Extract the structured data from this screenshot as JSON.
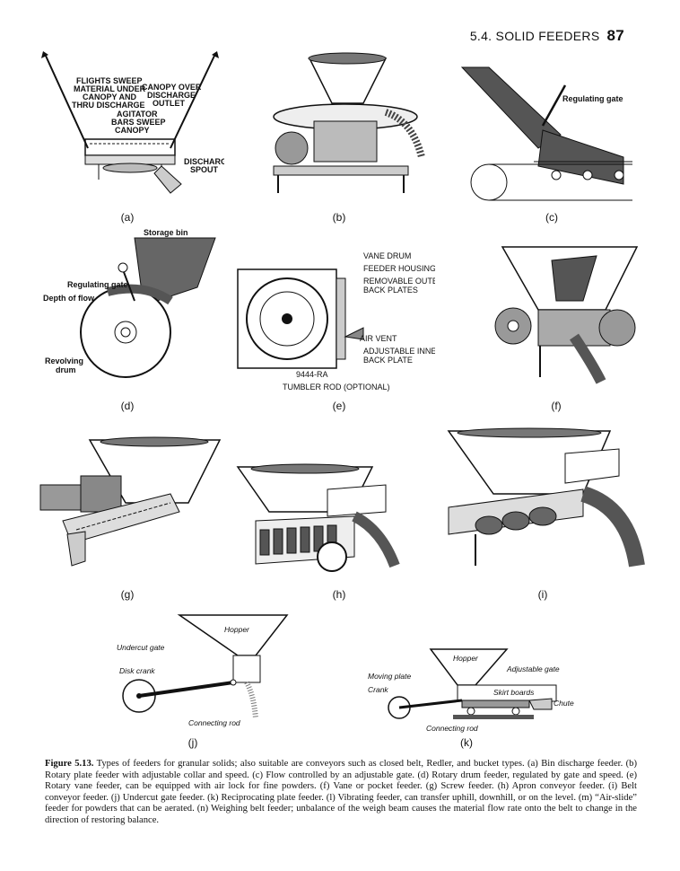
{
  "header": {
    "section": "5.4. SOLID FEEDERS",
    "page": "87"
  },
  "panels": {
    "a": {
      "label": "(a)",
      "t1": "FLIGHTS SWEEP",
      "t2": "MATERIAL UNDER",
      "t3": "CANOPY AND",
      "t4": "THRU DISCHARGE",
      "t5": "CANOPY OVER",
      "t6": "DISCHARGE",
      "t7": "OUTLET",
      "t8": "AGITATOR",
      "t9": "BARS SWEEP",
      "t10": "CANOPY",
      "t11": "DISCHARGE",
      "t12": "SPOUT"
    },
    "b": {
      "label": "(b)"
    },
    "c": {
      "label": "(c)",
      "gate": "Regulating gate"
    },
    "d": {
      "label": "(d)",
      "bin": "Storage bin",
      "gate": "Regulating gate",
      "depth": "Depth of flow",
      "drum1": "Revolving",
      "drum2": "drum"
    },
    "e": {
      "label": "(e)",
      "t1": "VANE DRUM",
      "t2": "FEEDER HOUSING",
      "t3": "REMOVABLE OUTER",
      "t4": "BACK PLATES",
      "t5": "AIR VENT",
      "t6": "ADJUSTABLE INNER",
      "t7": "BACK PLATE",
      "t8": "9444-RA",
      "t9": "TUMBLER ROD  (OPTIONAL)"
    },
    "f": {
      "label": "(f)"
    },
    "g": {
      "label": "(g)"
    },
    "h": {
      "label": "(h)"
    },
    "i": {
      "label": "(i)"
    },
    "j": {
      "label": "(j)",
      "hopper": "Hopper",
      "gate": "Undercut gate",
      "crank": "Disk crank",
      "rod": "Connecting rod"
    },
    "k": {
      "label": "(k)",
      "hopper": "Hopper",
      "gate": "Adjustable gate",
      "plate": "Moving plate",
      "crank": "Crank",
      "skirt": "Skirt boards",
      "chute": "Chute",
      "rod": "Connecting rod"
    }
  },
  "caption": {
    "figure": "Figure 5.13.",
    "text": " Types of feeders for granular solids; also suitable are conveyors such as closed belt, Redler, and bucket types. (a) Bin discharge feeder. (b) Rotary plate feeder with adjustable collar and speed. (c) Flow controlled by an adjustable gate. (d) Rotary drum feeder, regulated by gate and speed. (e) Rotary vane feeder, can be equipped with air lock for fine powders. (f) Vane or pocket feeder. (g) Screw feeder. (h) Apron conveyor feeder. (i) Belt conveyor feeder. (j) Undercut gate feeder. (k) Reciprocating plate feeder. (l) Vibrating feeder, can transfer uphill, downhill, or on the level. (m) “Air-slide” feeder for powders that can be aerated. (n) Weighing belt feeder; unbalance of the weigh beam causes the material flow rate onto the belt to change in the direction of restoring balance."
  }
}
